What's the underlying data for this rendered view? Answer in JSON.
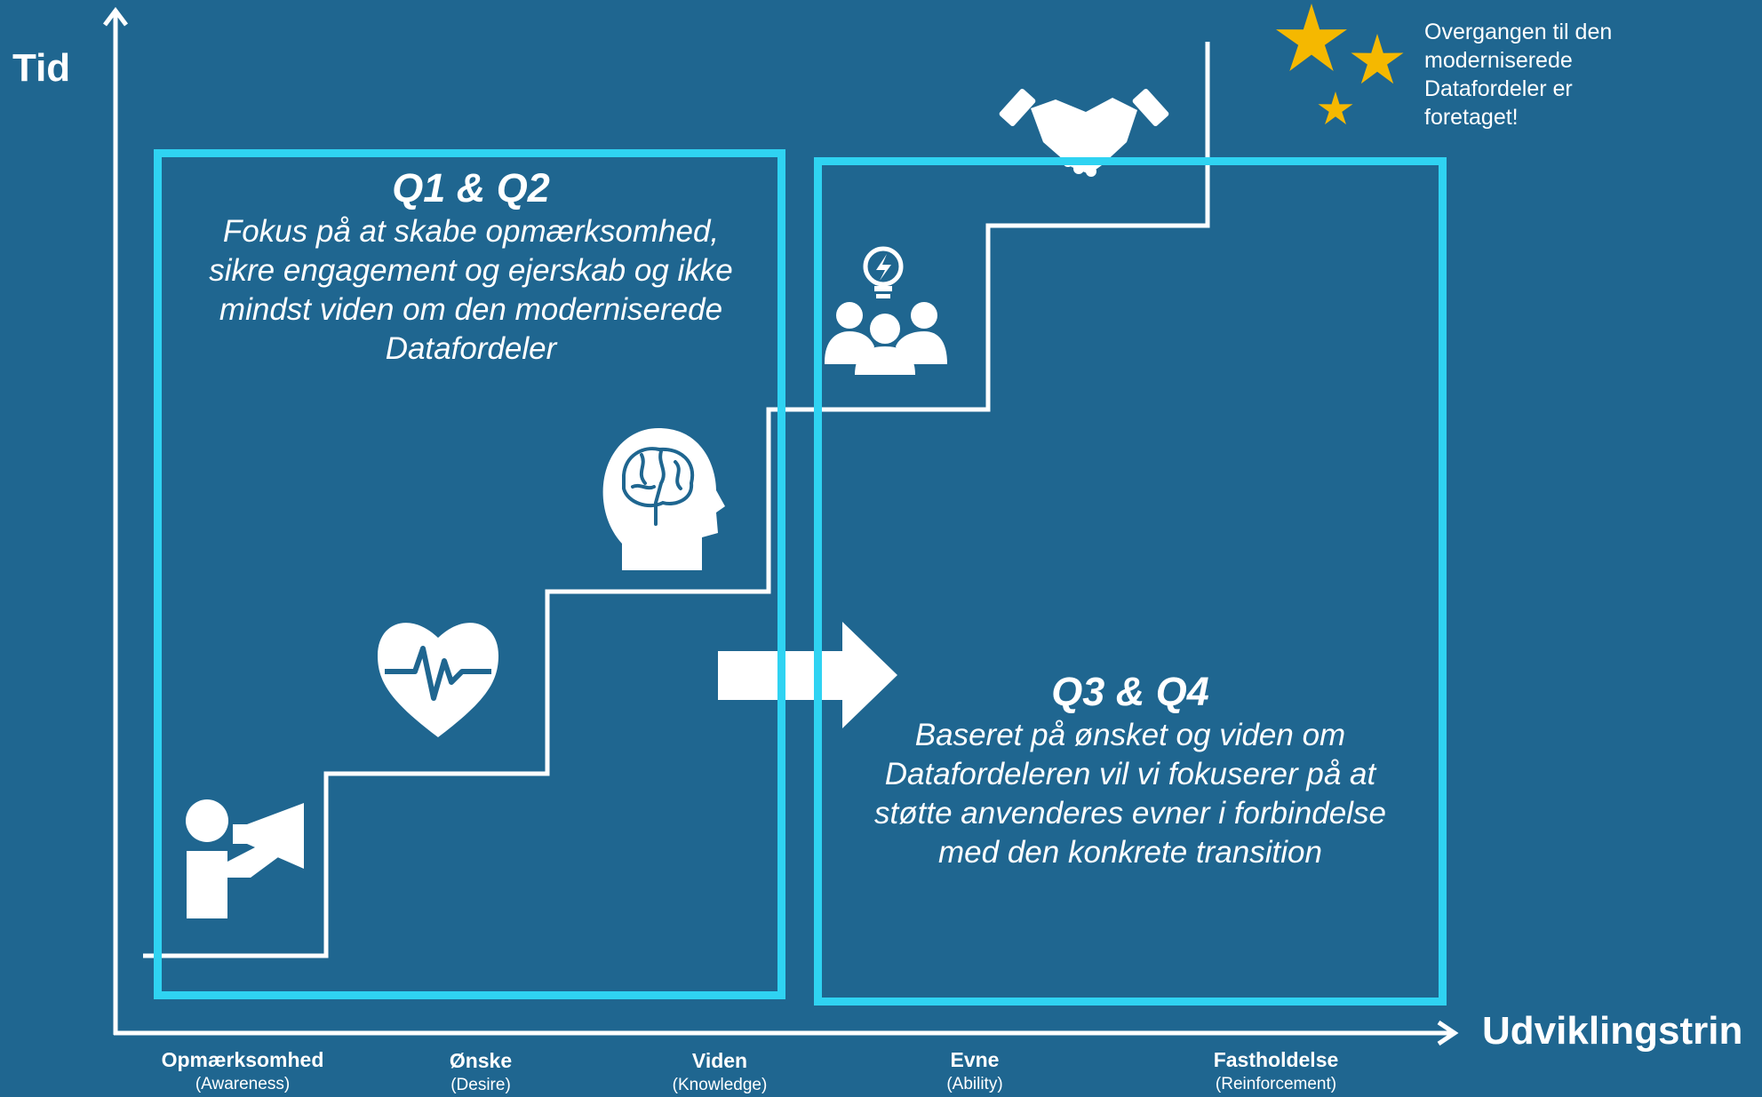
{
  "y_axis_label": "Tid",
  "x_axis_label": "Udviklingstrin",
  "q12": {
    "heading": "Q1 & Q2",
    "lines": [
      "Fokus på at skabe opmærksomhed,",
      "sikre engagement og ejerskab og ikke",
      "mindst viden om den moderniserede",
      "Datafordeler"
    ]
  },
  "q34": {
    "heading": "Q3 & Q4",
    "lines": [
      "Baseret på ønsket og viden om",
      "Datafordeleren vil vi fokuserer på at",
      "støtte anvenderes evner i forbindelse",
      "med den konkrete transition"
    ]
  },
  "completion_note": {
    "lines": [
      "Overgangen til den",
      "moderniserede",
      "Datafordeler  er",
      "foretaget!"
    ]
  },
  "stages": [
    {
      "name": "Opmærksomhed",
      "sub": "(Awareness)"
    },
    {
      "name": "Ønske",
      "sub": "(Desire)"
    },
    {
      "name": "Viden",
      "sub": "(Knowledge)"
    },
    {
      "name": "Evne",
      "sub": "(Ability)"
    },
    {
      "name": "Fastholdelse",
      "sub": "(Reinforcement)"
    }
  ],
  "icons": [
    "megaphone-person-icon",
    "heartbeat-icon",
    "brain-head-icon",
    "idea-team-icon",
    "handshake-icon",
    "star-icon",
    "arrow-right-icon"
  ],
  "colors": {
    "background": "#1f6690",
    "box_border": "#2fd3f2",
    "star": "#f5b800",
    "line": "#ffffff"
  }
}
